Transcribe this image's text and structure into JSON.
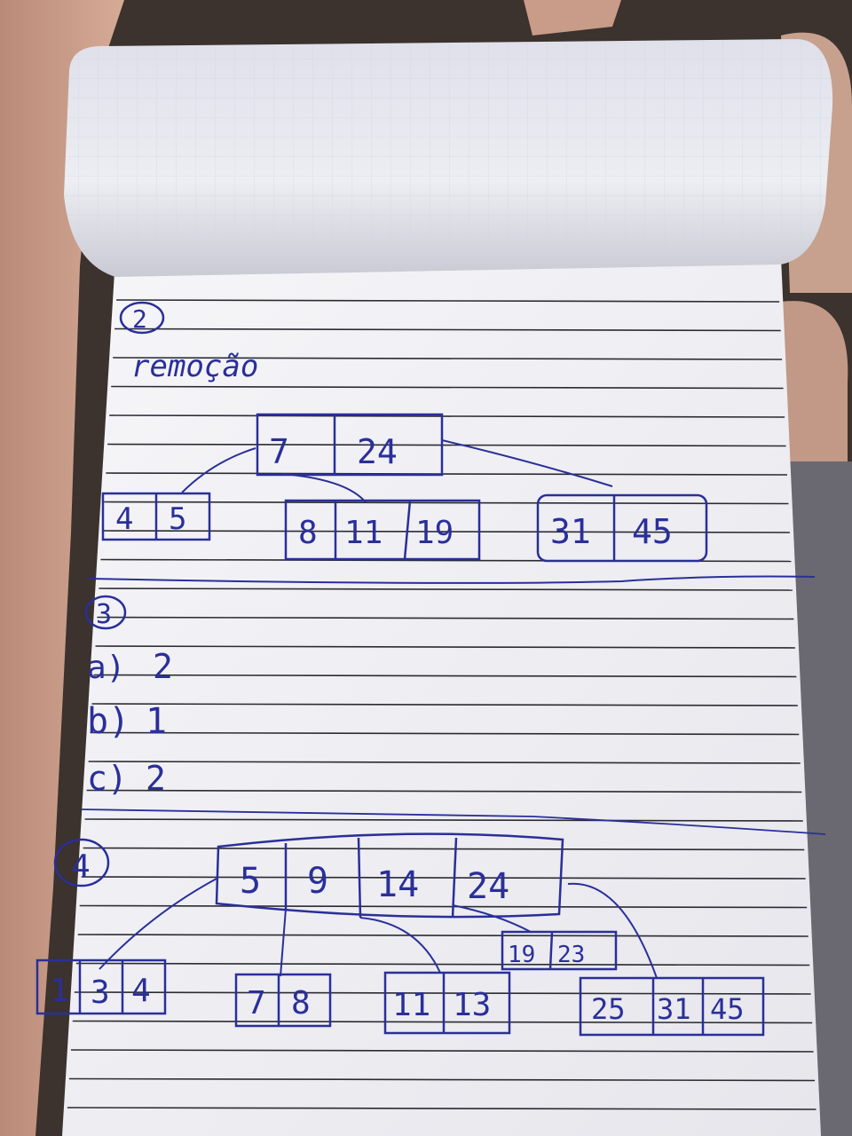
{
  "colors": {
    "ink": "#2a2f9a",
    "paper": "#efeff4",
    "rule": "#2b2b33",
    "skin": "#c79a85",
    "background": "#3a302c"
  },
  "section_removal": {
    "number": "2",
    "heading": "remoção",
    "tree": {
      "root": [
        "7",
        "24"
      ],
      "children": [
        [
          "4",
          "5"
        ],
        [
          "8",
          "11",
          "19"
        ],
        [
          "31",
          "45"
        ]
      ]
    }
  },
  "section_three": {
    "number": "3",
    "answers": [
      {
        "label": "a)",
        "value": "2"
      },
      {
        "label": "b)",
        "value": "1"
      },
      {
        "label": "c)",
        "value": "2"
      }
    ]
  },
  "section_four": {
    "number": "4",
    "tree": {
      "root": [
        "5",
        "9",
        "14",
        "24"
      ],
      "children": [
        [
          "1",
          "3",
          "4"
        ],
        [
          "7",
          "8"
        ],
        [
          "11",
          "13"
        ],
        [
          "19",
          "23"
        ],
        [
          "25",
          "31",
          "45"
        ]
      ]
    }
  }
}
